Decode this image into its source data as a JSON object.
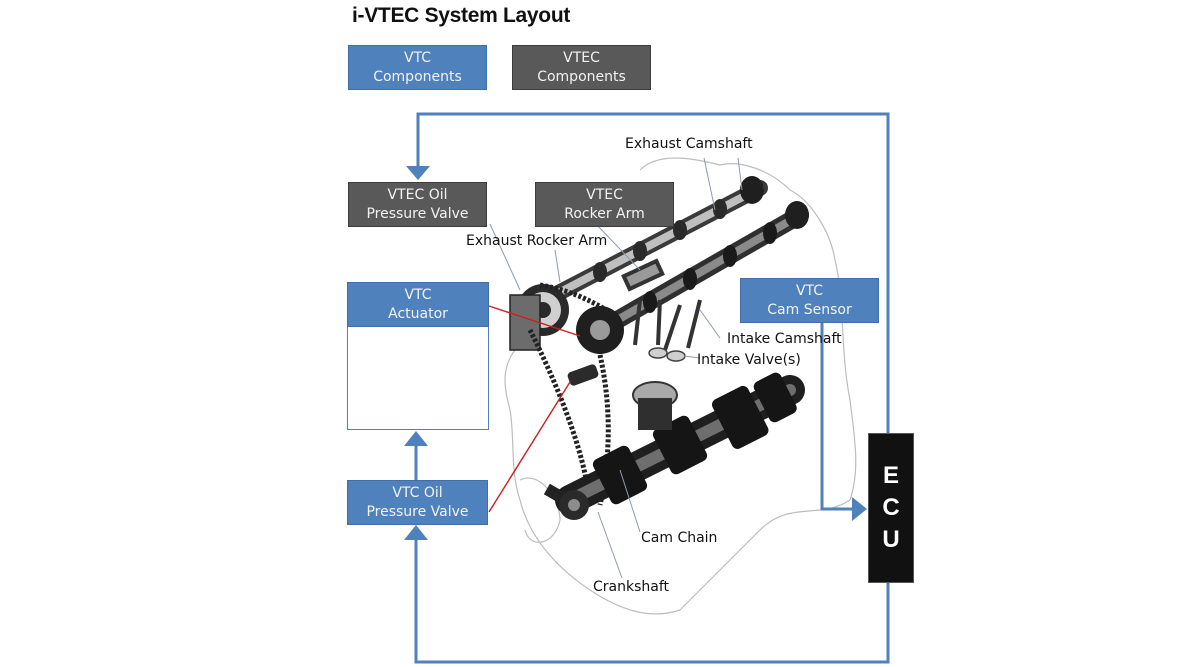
{
  "title": "i-VTEC System Layout",
  "legend": {
    "vtc": {
      "line1": "VTC",
      "line2": "Components",
      "color": "#4f81bd"
    },
    "vtec": {
      "line1": "VTEC",
      "line2": "Components",
      "color": "#595959"
    }
  },
  "components": {
    "vtec_oil_valve": {
      "line1": "VTEC Oil",
      "line2": "Pressure Valve",
      "group": "VTEC"
    },
    "vtec_rocker_arm": {
      "line1": "VTEC",
      "line2": "Rocker Arm",
      "group": "VTEC"
    },
    "vtc_actuator": {
      "line1": "VTC",
      "line2": "Actuator",
      "group": "VTC"
    },
    "vtc_cam_sensor": {
      "line1": "VTC",
      "line2": "Cam Sensor",
      "group": "VTC"
    },
    "vtc_oil_valve": {
      "line1": "VTC Oil",
      "line2": "Pressure Valve",
      "group": "VTC"
    },
    "ecu": {
      "letters": [
        "E",
        "C",
        "U"
      ]
    }
  },
  "callouts": {
    "exhaust_camshaft": "Exhaust Camshaft",
    "exhaust_rocker_arm": "Exhaust Rocker Arm",
    "intake_camshaft": "Intake Camshaft",
    "intake_valves": "Intake Valve(s)",
    "cam_chain": "Cam Chain",
    "crankshaft": "Crankshaft"
  },
  "colors": {
    "flow_line": "#4f81bd",
    "leader_red": "#cc1f1f",
    "leader_gray": "#7f93a8",
    "outline": "#b8b8b8"
  },
  "flows": [
    {
      "from": "ECU",
      "to": "VTEC Oil Pressure Valve"
    },
    {
      "from": "ECU",
      "to": "VTC Oil Pressure Valve"
    },
    {
      "from": "VTC Oil Pressure Valve",
      "to": "VTC Actuator"
    },
    {
      "from": "VTC Cam Sensor",
      "to": "ECU"
    }
  ]
}
